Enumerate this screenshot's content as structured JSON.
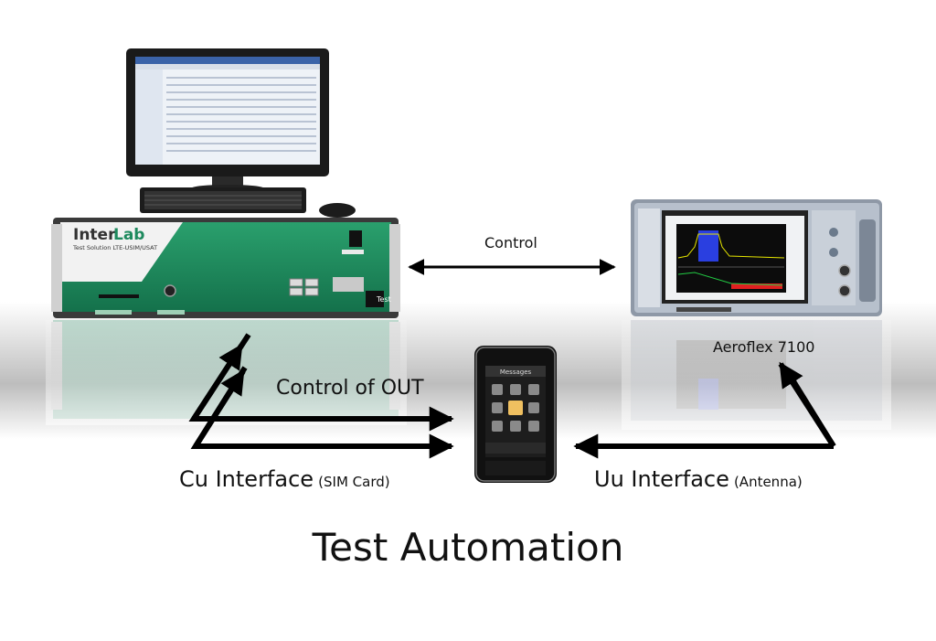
{
  "diagram": {
    "title": "Test Automation",
    "arrow_labels": {
      "control": "Control",
      "control_of_out": "Control of OUT",
      "cu_interface": "Cu Interface",
      "cu_interface_note": "(SIM Card)",
      "uu_interface": "Uu Interface",
      "uu_interface_note": "(Antenna)"
    },
    "devices": {
      "test_system_brand_part1": "Inter",
      "test_system_brand_part2": "Lab",
      "test_system_subtitle": "Test Solution LTE-USIM/USAT",
      "test_system_logo": "Test",
      "analyzer_name": "Aeroflex 7100",
      "phone_screen_title": "Messages"
    },
    "colors": {
      "interlab_green": "#1e8a5e",
      "arrow_black": "#000000",
      "spectrum_blue": "#2a3fe0"
    }
  }
}
